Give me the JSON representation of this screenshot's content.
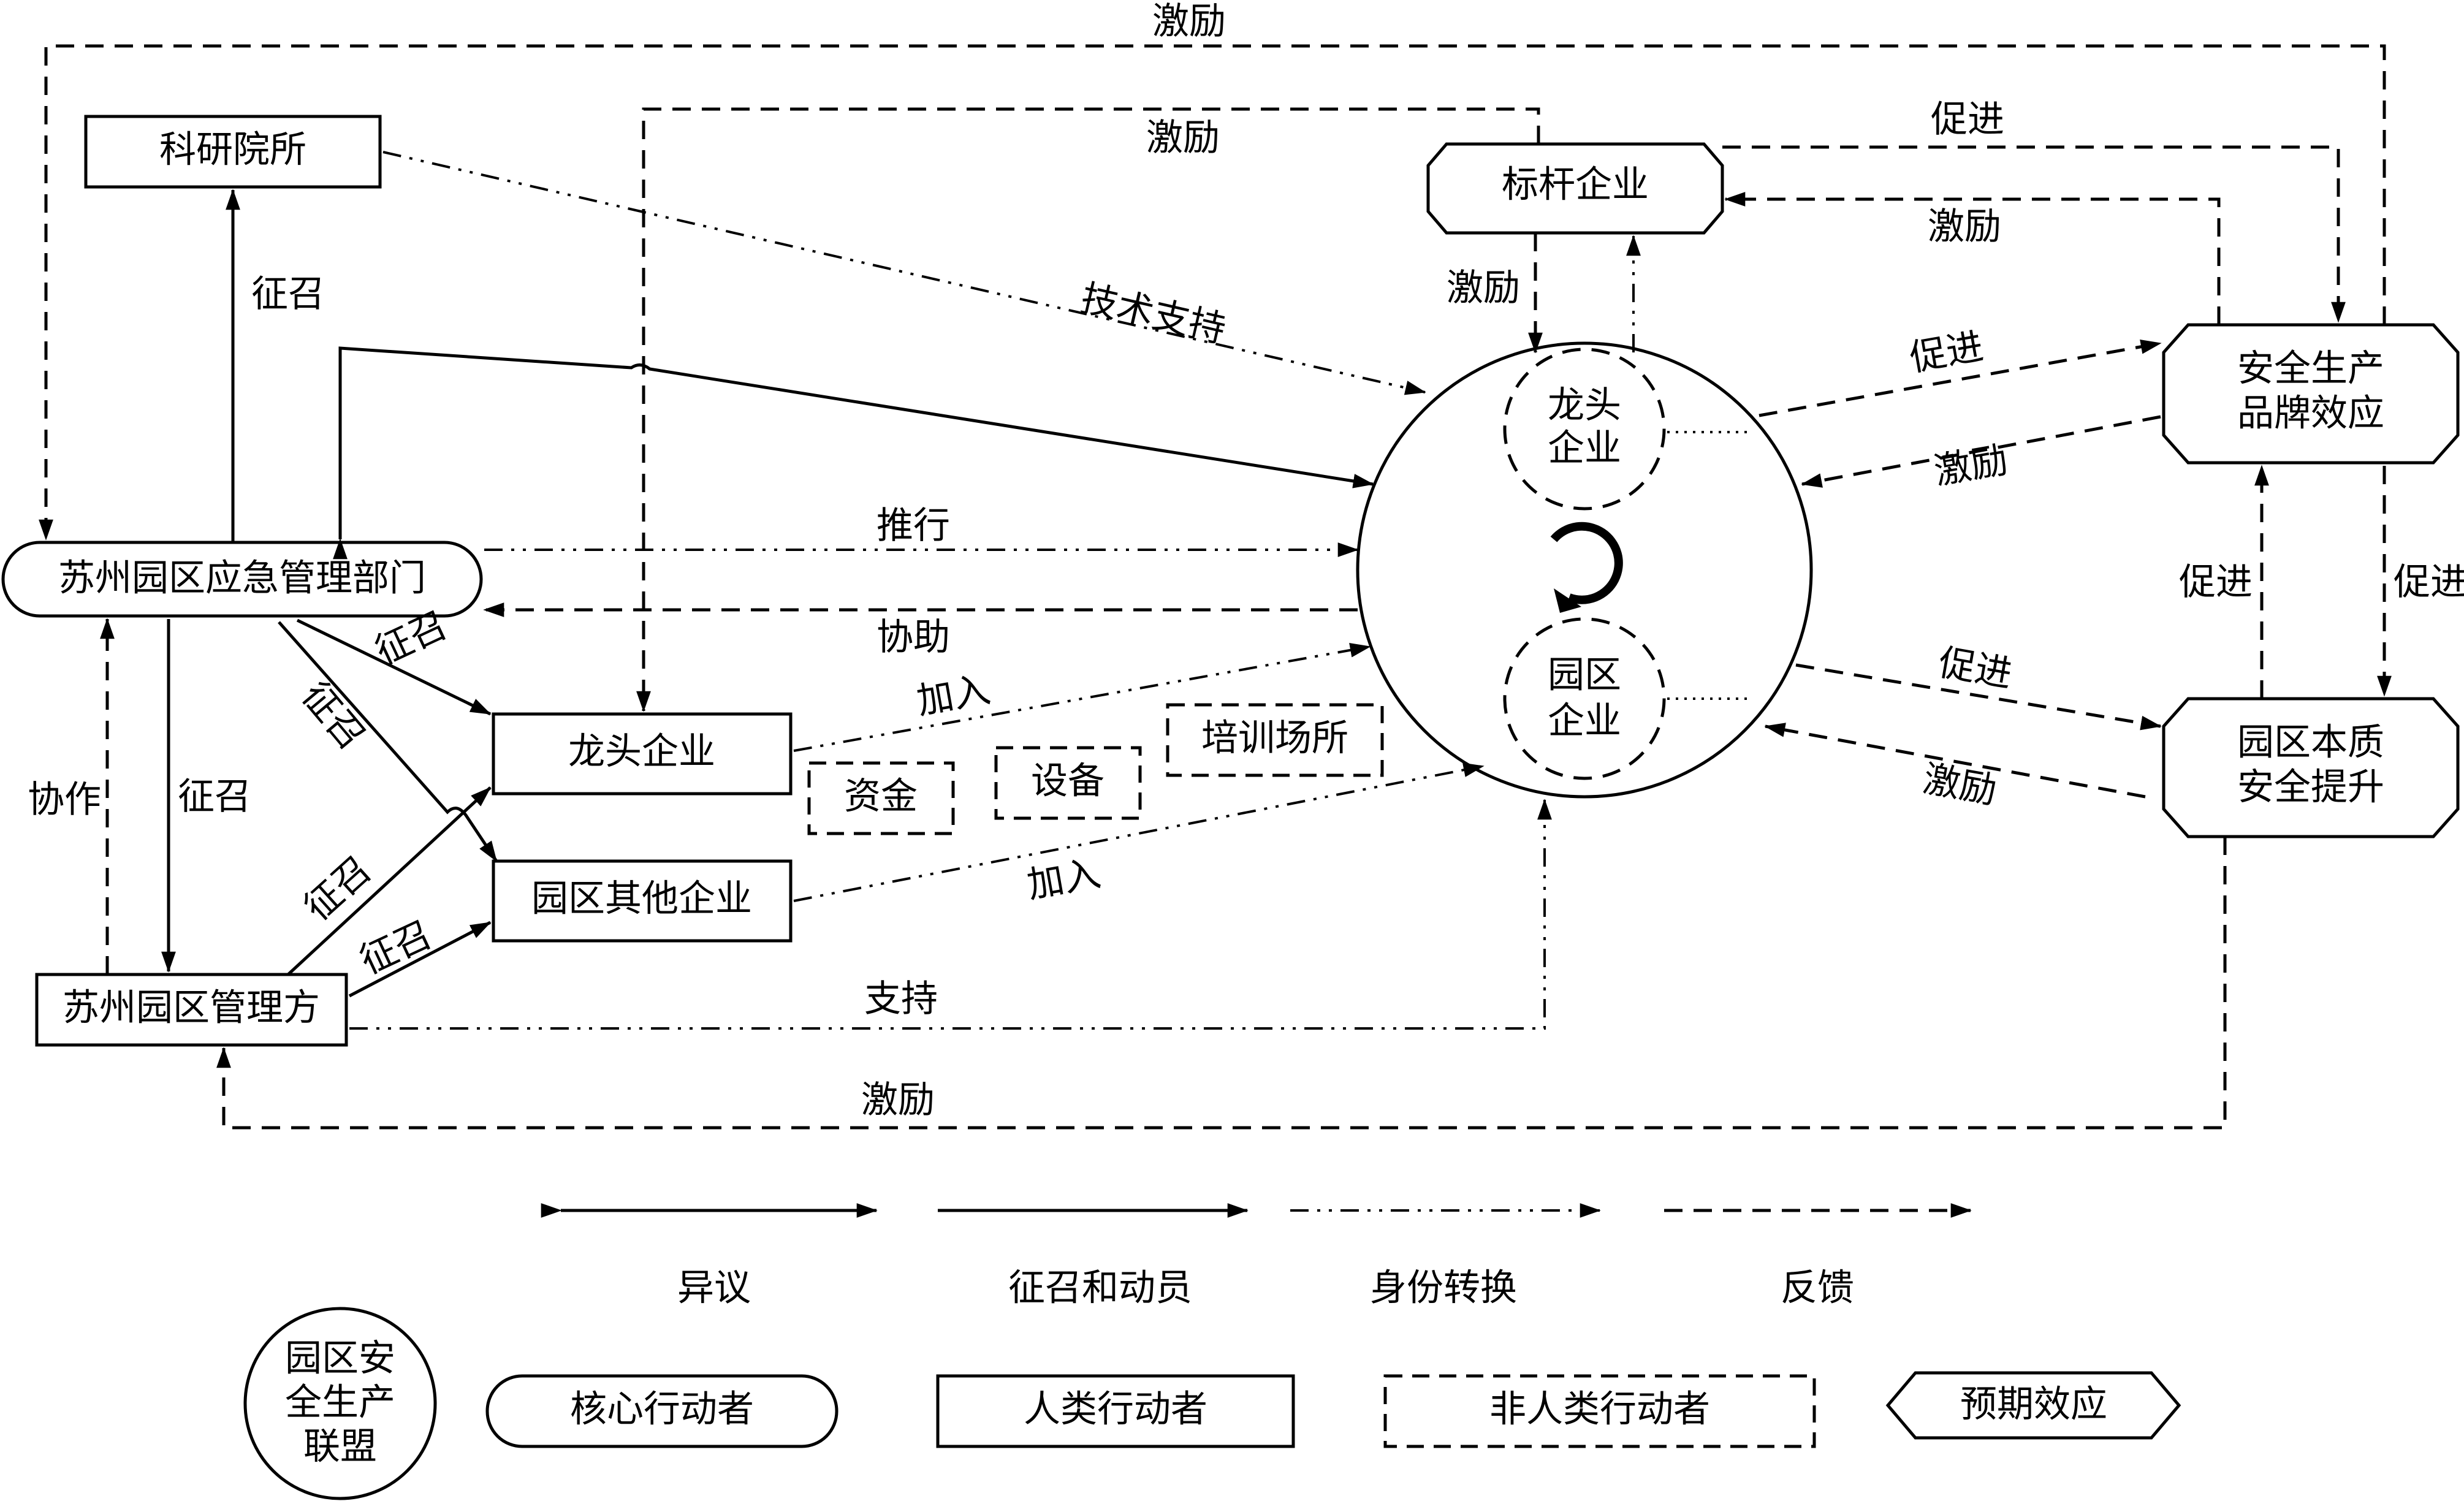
{
  "nodes": {
    "keyan": "科研院所",
    "biaogan": "标杆企业",
    "yingji": "苏州园区应急管理部门",
    "guanlifang": "苏州园区管理方",
    "longtou_left": "龙头企业",
    "qita": "园区其他企业",
    "zijin": "资金",
    "shebei": "设备",
    "peixun": "培训场所",
    "pinpai_l1": "安全生产",
    "pinpai_l2": "品牌效应",
    "benzhi_l1": "园区本质",
    "benzhi_l2": "安全提升",
    "longtou_inner_l1": "龙头",
    "longtou_inner_l2": "企业",
    "yuanqu_inner_l1": "园区",
    "yuanqu_inner_l2": "企业"
  },
  "edges": {
    "jili_top": "激励",
    "jili_mid": "激励",
    "cujin_biaogan": "促进",
    "jili_to_biaogan": "激励",
    "jili_biaogan_down": "激励",
    "zhengzhao_keyan": "征召",
    "jishu": "技术支持",
    "tuixing": "推行",
    "xiezhu": "协助",
    "cujin_pinpai": "促进",
    "jili_from_pinpai": "激励",
    "cujin_up": "促进",
    "cujin_down": "促进",
    "cujin_benzhi": "促进",
    "jili_from_benzhi": "激励",
    "zhengzhao_lt": "征召",
    "zhengzhao_qt": "征召",
    "zhengzhao_gl": "征召",
    "xiezuo": "协作",
    "jiaru_1": "加入",
    "jiaru_2": "加入",
    "zhengzhao_gl_lt": "征召",
    "zhengzhao_gl_qt": "征召",
    "zhichi": "支持",
    "jili_bottom": "激励"
  },
  "legend": {
    "yiyi": "异议",
    "zhengzhao": "征召和动员",
    "shenfen": "身份转换",
    "fankui": "反馈",
    "alliance_l1": "园区安",
    "alliance_l2": "全生产",
    "alliance_l3": "联盟",
    "core": "核心行动者",
    "human": "人类行动者",
    "nonhuman": "非人类行动者",
    "effect": "预期效应"
  }
}
